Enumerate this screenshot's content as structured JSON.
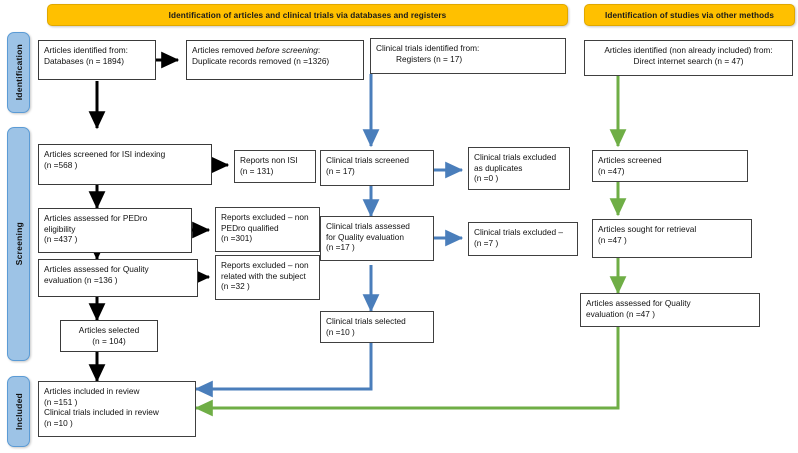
{
  "diagram": {
    "title": "PRISMA 2020 flow diagram",
    "type": "prisma-flow-diagram",
    "colors": {
      "banner": "#FFC000",
      "phase_pill": "#9DC3E6",
      "black_flow": "#000000",
      "blue_flow": "#4A7EBB",
      "green_flow": "#6FAE46",
      "box_border": "#404040",
      "box_fill": "#FFFFFF",
      "text": "#111111"
    }
  },
  "banners": [
    {
      "id": "banner-databases",
      "label": "Identification of articles and clinical trials via databases and registers"
    },
    {
      "id": "banner-other",
      "label": "Identification of studies via other methods"
    }
  ],
  "phases": [
    {
      "id": "phase-identification",
      "label": "Identification"
    },
    {
      "id": "phase-screening",
      "label": "Screening"
    },
    {
      "id": "phase-included",
      "label": "Included"
    }
  ],
  "boxes": {
    "articles_identified": {
      "name": "articles-identified-databases",
      "lines": [
        {
          "text": "Articles identified from:",
          "style": "normal"
        },
        {
          "text": "Databases (n = 1894)",
          "style": "normal"
        }
      ]
    },
    "duplicates_removed": {
      "name": "articles-removed-before-screening",
      "lines": [
        {
          "text": "Articles removed before screening:",
          "style": "mixed-italic"
        },
        {
          "text": "Duplicate records removed (n =1326)",
          "style": "normal"
        }
      ]
    },
    "trials_identified": {
      "name": "clinical-trials-identified-registers",
      "lines": [
        {
          "text": "Clinical trials identified from:",
          "style": "normal"
        },
        {
          "text": "Registers (n = 17)",
          "style": "indent"
        }
      ]
    },
    "articles_other": {
      "name": "articles-identified-other-methods",
      "lines": [
        {
          "text": "Articles identified (non already included) from:",
          "style": "normal"
        },
        {
          "text": "Direct internet search (n = 47)",
          "style": "indent"
        }
      ]
    },
    "screened_isi": {
      "name": "articles-screened-isi-indexing",
      "lines": [
        {
          "text": "Articles screened for ISI indexing",
          "style": "normal"
        },
        {
          "text": "(n =568 )",
          "style": "normal"
        }
      ]
    },
    "reports_non_isi": {
      "name": "reports-non-isi",
      "lines": [
        {
          "text": "Reports non ISI",
          "style": "normal"
        },
        {
          "text": "(n = 131)",
          "style": "normal"
        }
      ]
    },
    "pedro_eligibility": {
      "name": "articles-assessed-pedro-eligibility",
      "lines": [
        {
          "text": "Articles assessed for PEDro",
          "style": "normal"
        },
        {
          "text": "eligibility",
          "style": "normal"
        },
        {
          "text": "(n =437 )",
          "style": "normal"
        }
      ]
    },
    "excluded_pedro": {
      "name": "reports-excluded-non-pedro-qualified",
      "lines": [
        {
          "text": "Reports excluded – non",
          "style": "normal"
        },
        {
          "text": "PEDro qualified",
          "style": "normal"
        },
        {
          "text": "(n =301)",
          "style": "normal"
        }
      ]
    },
    "quality_eval": {
      "name": "articles-assessed-quality-evaluation",
      "lines": [
        {
          "text": "Articles assessed for Quality",
          "style": "normal"
        },
        {
          "text": "evaluation (n =136 )",
          "style": "normal"
        }
      ]
    },
    "excluded_subject": {
      "name": "reports-excluded-non-related-subject",
      "lines": [
        {
          "text": "Reports excluded – non",
          "style": "normal"
        },
        {
          "text": "related with the subject",
          "style": "normal"
        },
        {
          "text": "(n =32 )",
          "style": "normal"
        }
      ]
    },
    "articles_selected": {
      "name": "articles-selected",
      "lines": [
        {
          "text": "Articles selected",
          "style": "normal"
        },
        {
          "text": "(n = 104)",
          "style": "normal"
        }
      ]
    },
    "trials_screened": {
      "name": "clinical-trials-screened",
      "lines": [
        {
          "text": "Clinical trials screened",
          "style": "normal"
        },
        {
          "text": "(n = 17)",
          "style": "normal"
        }
      ]
    },
    "trials_excluded_dup": {
      "name": "clinical-trials-excluded-as-duplicates",
      "lines": [
        {
          "text": "Clinical trials excluded",
          "style": "normal"
        },
        {
          "text": "as duplicates",
          "style": "normal"
        },
        {
          "text": "(n =0 )",
          "style": "normal"
        }
      ]
    },
    "trials_quality": {
      "name": "clinical-trials-assessed-quality-evaluation",
      "lines": [
        {
          "text": "Clinical trials assessed",
          "style": "normal"
        },
        {
          "text": "for Quality evaluation",
          "style": "normal"
        },
        {
          "text": "(n =17 )",
          "style": "normal"
        }
      ]
    },
    "trials_excluded": {
      "name": "clinical-trials-excluded",
      "lines": [
        {
          "text": "Clinical trials excluded –",
          "style": "normal"
        },
        {
          "text": "(n =7 )",
          "style": "normal"
        }
      ]
    },
    "trials_selected": {
      "name": "clinical-trials-selected",
      "lines": [
        {
          "text": "Clinical trials selected",
          "style": "normal"
        },
        {
          "text": "(n =10 )",
          "style": "normal"
        }
      ]
    },
    "other_screened": {
      "name": "other-articles-screened",
      "lines": [
        {
          "text": "Articles screened",
          "style": "normal"
        },
        {
          "text": "(n =47)",
          "style": "normal"
        }
      ]
    },
    "other_sought": {
      "name": "other-articles-sought-for-retrieval",
      "lines": [
        {
          "text": "Articles sought for retrieval",
          "style": "normal"
        },
        {
          "text": "(n =47 )",
          "style": "normal"
        }
      ]
    },
    "other_quality": {
      "name": "other-articles-assessed-quality-evaluation",
      "lines": [
        {
          "text": "Articles assessed for Quality",
          "style": "normal"
        },
        {
          "text": "evaluation (n =47 )",
          "style": "normal"
        }
      ]
    },
    "included": {
      "name": "studies-included-in-review",
      "lines": [
        {
          "text": "Articles included in review",
          "style": "normal"
        },
        {
          "text": "(n =151 )",
          "style": "normal"
        },
        {
          "text": "Clinical trials included in review",
          "style": "normal"
        },
        {
          "text": "(n =10 )",
          "style": "normal"
        }
      ]
    }
  }
}
